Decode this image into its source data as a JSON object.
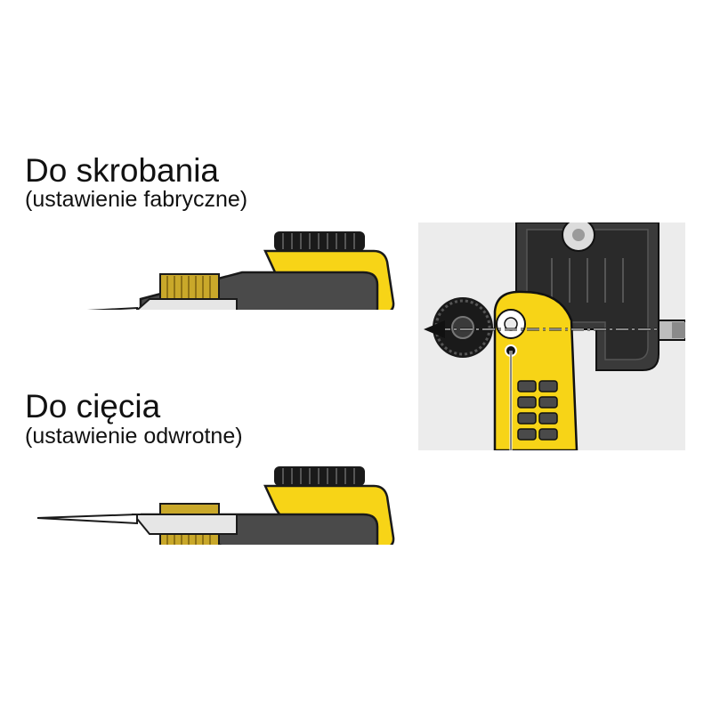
{
  "sections": [
    {
      "title": "Do skrobania",
      "subtitle": "(ustawienie fabryczne)"
    },
    {
      "title": "Do cięcia",
      "subtitle": "(ustawienie odwrotne)"
    }
  ],
  "colors": {
    "yellow": "#f7d417",
    "dark_grey": "#4a4a4a",
    "black": "#1a1a1a",
    "brass": "#c9a82a",
    "blade": "#e6e6e6",
    "photo_bg": "#ececec"
  },
  "icons": {
    "knurled_knob": "knurled-knob-icon",
    "direction_arrow": "arrow-left-icon"
  }
}
